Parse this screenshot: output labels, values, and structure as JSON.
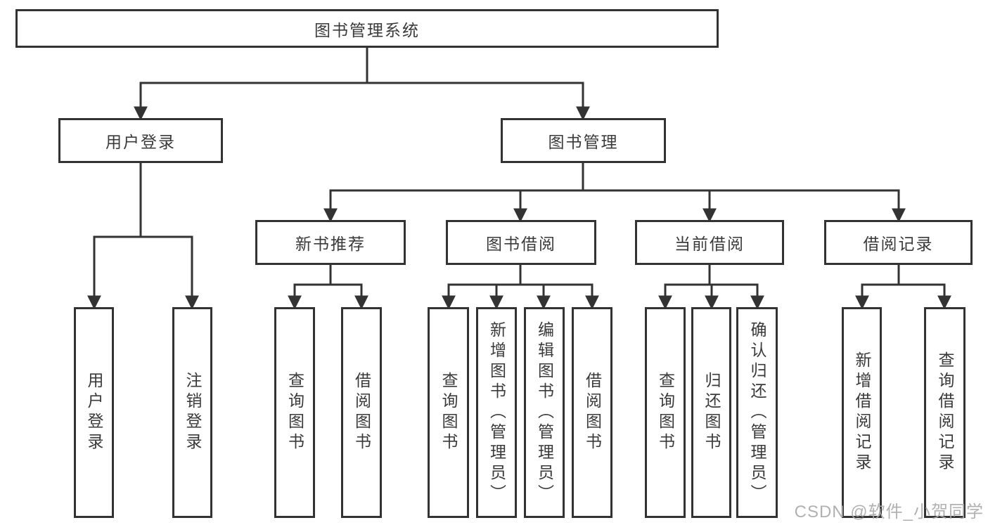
{
  "diagram": {
    "root": {
      "label": "图书管理系统"
    },
    "level2": [
      {
        "label": "用户登录"
      },
      {
        "label": "图书管理"
      }
    ],
    "level3": [
      {
        "label": "新书推荐"
      },
      {
        "label": "图书借阅"
      },
      {
        "label": "当前借阅"
      },
      {
        "label": "借阅记录"
      }
    ],
    "leaves": {
      "user_login": [
        "用户登录",
        "注销登录"
      ],
      "new_book": [
        "查询图书",
        "借阅图书"
      ],
      "book_borrow": [
        "查询图书",
        "新增图书（管理员）",
        "编辑图书（管理员）",
        "借阅图书"
      ],
      "current_borrow": [
        "查询图书",
        "归还图书",
        "确认归还（管理员）"
      ],
      "records": [
        "新增借阅记录",
        "查询借阅记录"
      ]
    },
    "watermark": "CSDN @软件_小贺同学",
    "colors": {
      "line": "#333333",
      "text": "#3a3a3a",
      "watermark": "#aaaaaa",
      "background": "#ffffff"
    }
  }
}
